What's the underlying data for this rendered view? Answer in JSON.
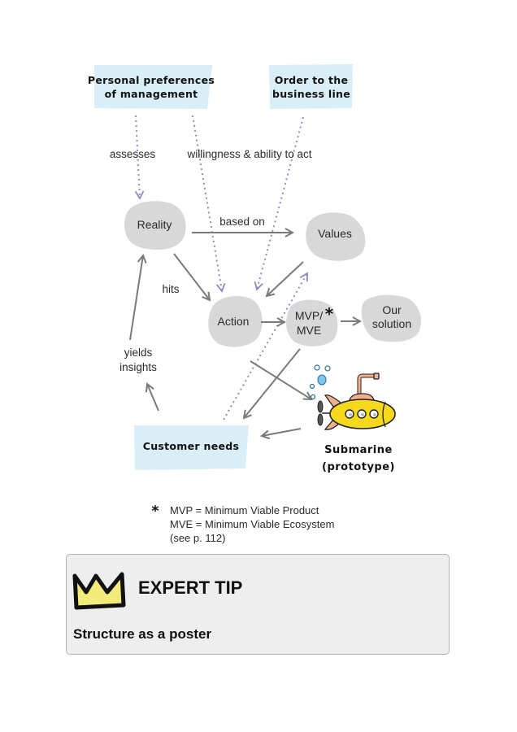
{
  "diagram": {
    "callouts": {
      "personal_preferences": [
        "Personal preferences",
        "of management"
      ],
      "order": [
        "Order to the",
        "business line"
      ],
      "customer_needs": "Customer needs"
    },
    "nodes": {
      "reality": "Reality",
      "values": "Values",
      "action": "Action",
      "mvp": [
        "MVP/",
        "MVE"
      ],
      "mvp_marker": "*",
      "our_solution": [
        "Our",
        "solution"
      ]
    },
    "edge_labels": {
      "assesses": "assesses",
      "willingness": "willingness & ability to act",
      "based_on": "based on",
      "hits": "hits",
      "yields_insights": [
        "yields",
        "insights"
      ]
    },
    "submarine": {
      "label": [
        "Submarine",
        "(prototype)"
      ]
    },
    "colors": {
      "callout_fill": "#daeef8",
      "node_fill": "#d8d8d8",
      "solid_arrow": "#7a7a7a",
      "dotted_arrow": "#8d8cc2",
      "submarine_body": "#f6d91c",
      "submarine_fin": "#f0b08c",
      "bubbles": "#7cc8ec"
    }
  },
  "footnote": {
    "marker": "*",
    "lines": [
      "MVP = Minimum Viable Product",
      "MVE = Minimum Viable Ecosystem",
      "(see p. 112)"
    ]
  },
  "expert_tip": {
    "icon": "crown-icon",
    "title": "EXPERT TIP",
    "body": "Structure as a poster",
    "crown_color": "#f4ea7a"
  }
}
